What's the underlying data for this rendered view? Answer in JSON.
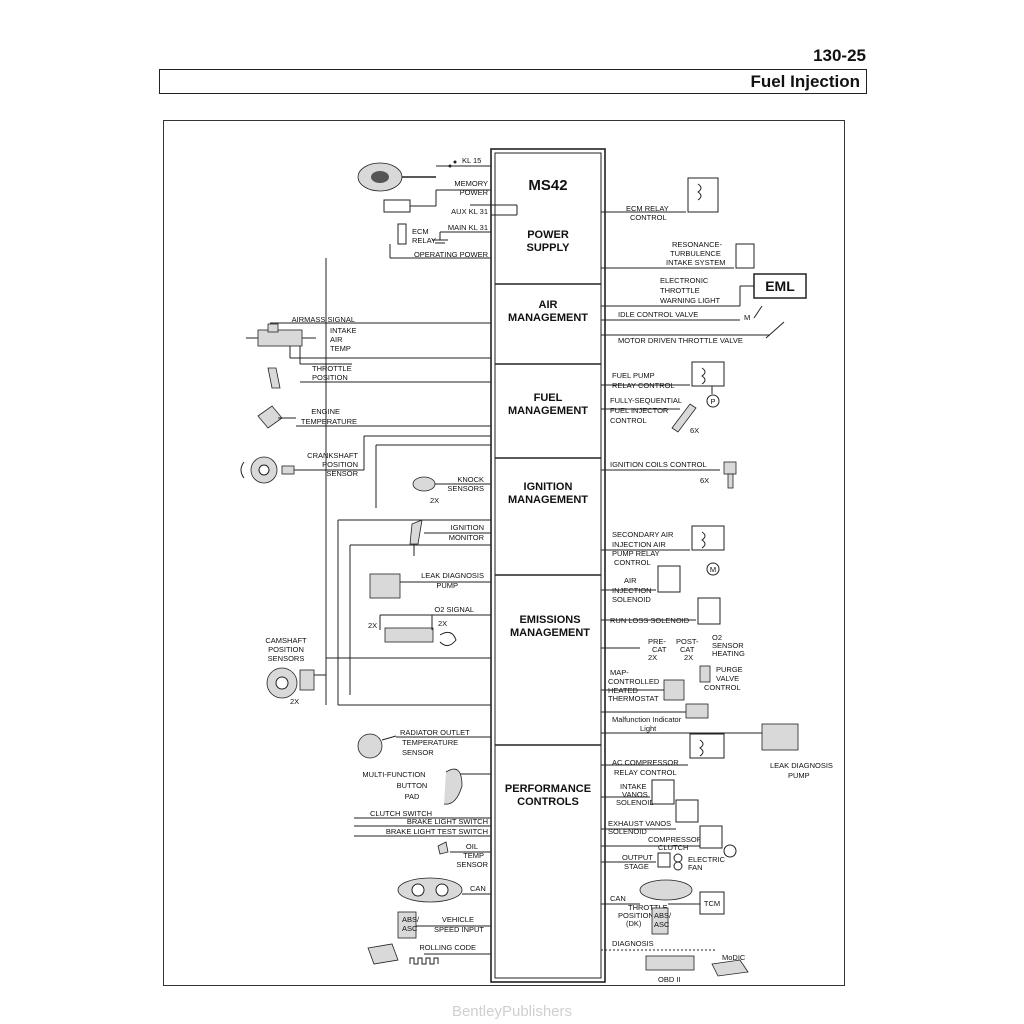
{
  "header": {
    "page_number": "130-25",
    "section_title": "Fuel Injection"
  },
  "ecm": {
    "title": "MS42",
    "blocks": [
      [
        "POWER",
        "SUPPLY"
      ],
      [
        "AIR",
        "MANAGEMENT"
      ],
      [
        "FUEL",
        "MANAGEMENT"
      ],
      [
        "IGNITION",
        "MANAGEMENT"
      ],
      [
        "EMISSIONS",
        "MANAGEMENT"
      ],
      [
        "PERFORMANCE",
        "CONTROLS"
      ]
    ]
  },
  "left_labels": {
    "kl15": "KL 15",
    "memory_power": [
      "MEMORY",
      "POWER"
    ],
    "aux_kl31": "AUX KL 31",
    "main_kl31": "MAIN KL 31",
    "ecm_relay": [
      "ECM",
      "RELAY"
    ],
    "operating_power": "OPERATING POWER",
    "airmass_signal": "AIRMASS SIGNAL",
    "intake_air_temp": [
      "INTAKE",
      "AIR",
      "TEMP"
    ],
    "throttle_position": [
      "THROTTLE",
      "POSITION"
    ],
    "engine_temperature": [
      "ENGINE",
      "TEMPERATURE"
    ],
    "crankshaft_sensor": [
      "CRANKSHAFT",
      "POSITION",
      "SENSOR"
    ],
    "knock_sensors": [
      "KNOCK",
      "SENSORS"
    ],
    "knock_count": "2X",
    "ignition_monitor": [
      "IGNITION",
      "MONITOR"
    ],
    "leak_diagnosis_pump": [
      "LEAK DIAGNOSIS",
      "PUMP"
    ],
    "o2_signal": "O2 SIGNAL",
    "o2_count_left": "2X",
    "o2_count_right": "2X",
    "camshaft_sensors": [
      "CAMSHAFT",
      "POSITION",
      "SENSORS"
    ],
    "camshaft_count": "2X",
    "radiator_outlet": [
      "RADIATOR OUTLET",
      "TEMPERATURE",
      "SENSOR"
    ],
    "multi_function": [
      "MULTI-FUNCTION",
      "BUTTON",
      "PAD"
    ],
    "clutch_switch": "CLUTCH SWITCH",
    "brake_light_switch": "BRAKE LIGHT SWITCH",
    "brake_light_test_switch": "BRAKE LIGHT TEST SWITCH",
    "oil_temp_sensor": [
      "OIL",
      "TEMP",
      "SENSOR"
    ],
    "can_left": "CAN",
    "abs_asc": [
      "ABS/",
      "ASC"
    ],
    "vehicle_speed_input": [
      "VEHICLE",
      "SPEED INPUT"
    ],
    "rolling_code": "ROLLING CODE"
  },
  "right_labels": {
    "ecm_relay_control": [
      "ECM RELAY",
      "CONTROL"
    ],
    "resonance": [
      "RESONANCE-",
      "TURBULENCE",
      "INTAKE SYSTEM"
    ],
    "electronic_throttle": [
      "ELECTRONIC",
      "THROTTLE",
      "WARNING LIGHT"
    ],
    "eml": "EML",
    "idle_control_valve": "IDLE CONTROL VALVE",
    "motor_driven_throttle": "MOTOR DRIVEN THROTTLE VALVE",
    "fuel_pump_relay": [
      "FUEL PUMP",
      "RELAY CONTROL"
    ],
    "fuel_injector": [
      "FULLY-SEQUENTIAL",
      "FUEL INJECTOR",
      "CONTROL"
    ],
    "injector_count": "6X",
    "pump_symbol": "P",
    "ignition_coils": "IGNITION COILS CONTROL",
    "coil_count": "6X",
    "secondary_air": [
      "SECONDARY AIR",
      "INJECTION AIR",
      "PUMP RELAY",
      "CONTROL"
    ],
    "motor_symbol": "M",
    "air_injection_solenoid": [
      "AIR",
      "INJECTION",
      "SOLENOID"
    ],
    "run_loss_solenoid": "RUN LOSS SOLENOID",
    "pre_cat": [
      "PRE-",
      "CAT",
      "2X"
    ],
    "post_cat": [
      "POST-",
      "CAT",
      "2X"
    ],
    "o2_heating": [
      "O2",
      "SENSOR",
      "HEATING"
    ],
    "map_thermostat": [
      "MAP-",
      "CONTROLLED",
      "HEATED",
      "THERMOSTAT"
    ],
    "purge_valve": [
      "PURGE",
      "VALVE",
      "CONTROL"
    ],
    "malfunction_light": [
      "Malfunction Indicator",
      "Light"
    ],
    "ac_compressor": [
      "AC COMPRESSOR",
      "RELAY CONTROL"
    ],
    "leak_diagnosis_pump_right": [
      "LEAK DIAGNOSIS",
      "PUMP"
    ],
    "intake_vanos": [
      "INTAKE",
      "VANOS",
      "SOLENOID"
    ],
    "exhaust_vanos": [
      "EXHAUST VANOS",
      "SOLENOID"
    ],
    "compressor_clutch": [
      "COMPRESSOR",
      "CLUTCH"
    ],
    "output_stage": [
      "OUTPUT",
      "STAGE"
    ],
    "electric_fan": [
      "ELECTRIC",
      "FAN"
    ],
    "can_right": "CAN",
    "throttle_position_dk": [
      "THROTTLE",
      "POSITION",
      "(DK)"
    ],
    "abs_asc_right": [
      "ABS/",
      "ASC"
    ],
    "tcm": "TCM",
    "diagnosis": "DIAGNOSIS",
    "obd2": "OBD II",
    "modic": "MoDIC"
  },
  "watermark": "BentleyPublishers"
}
